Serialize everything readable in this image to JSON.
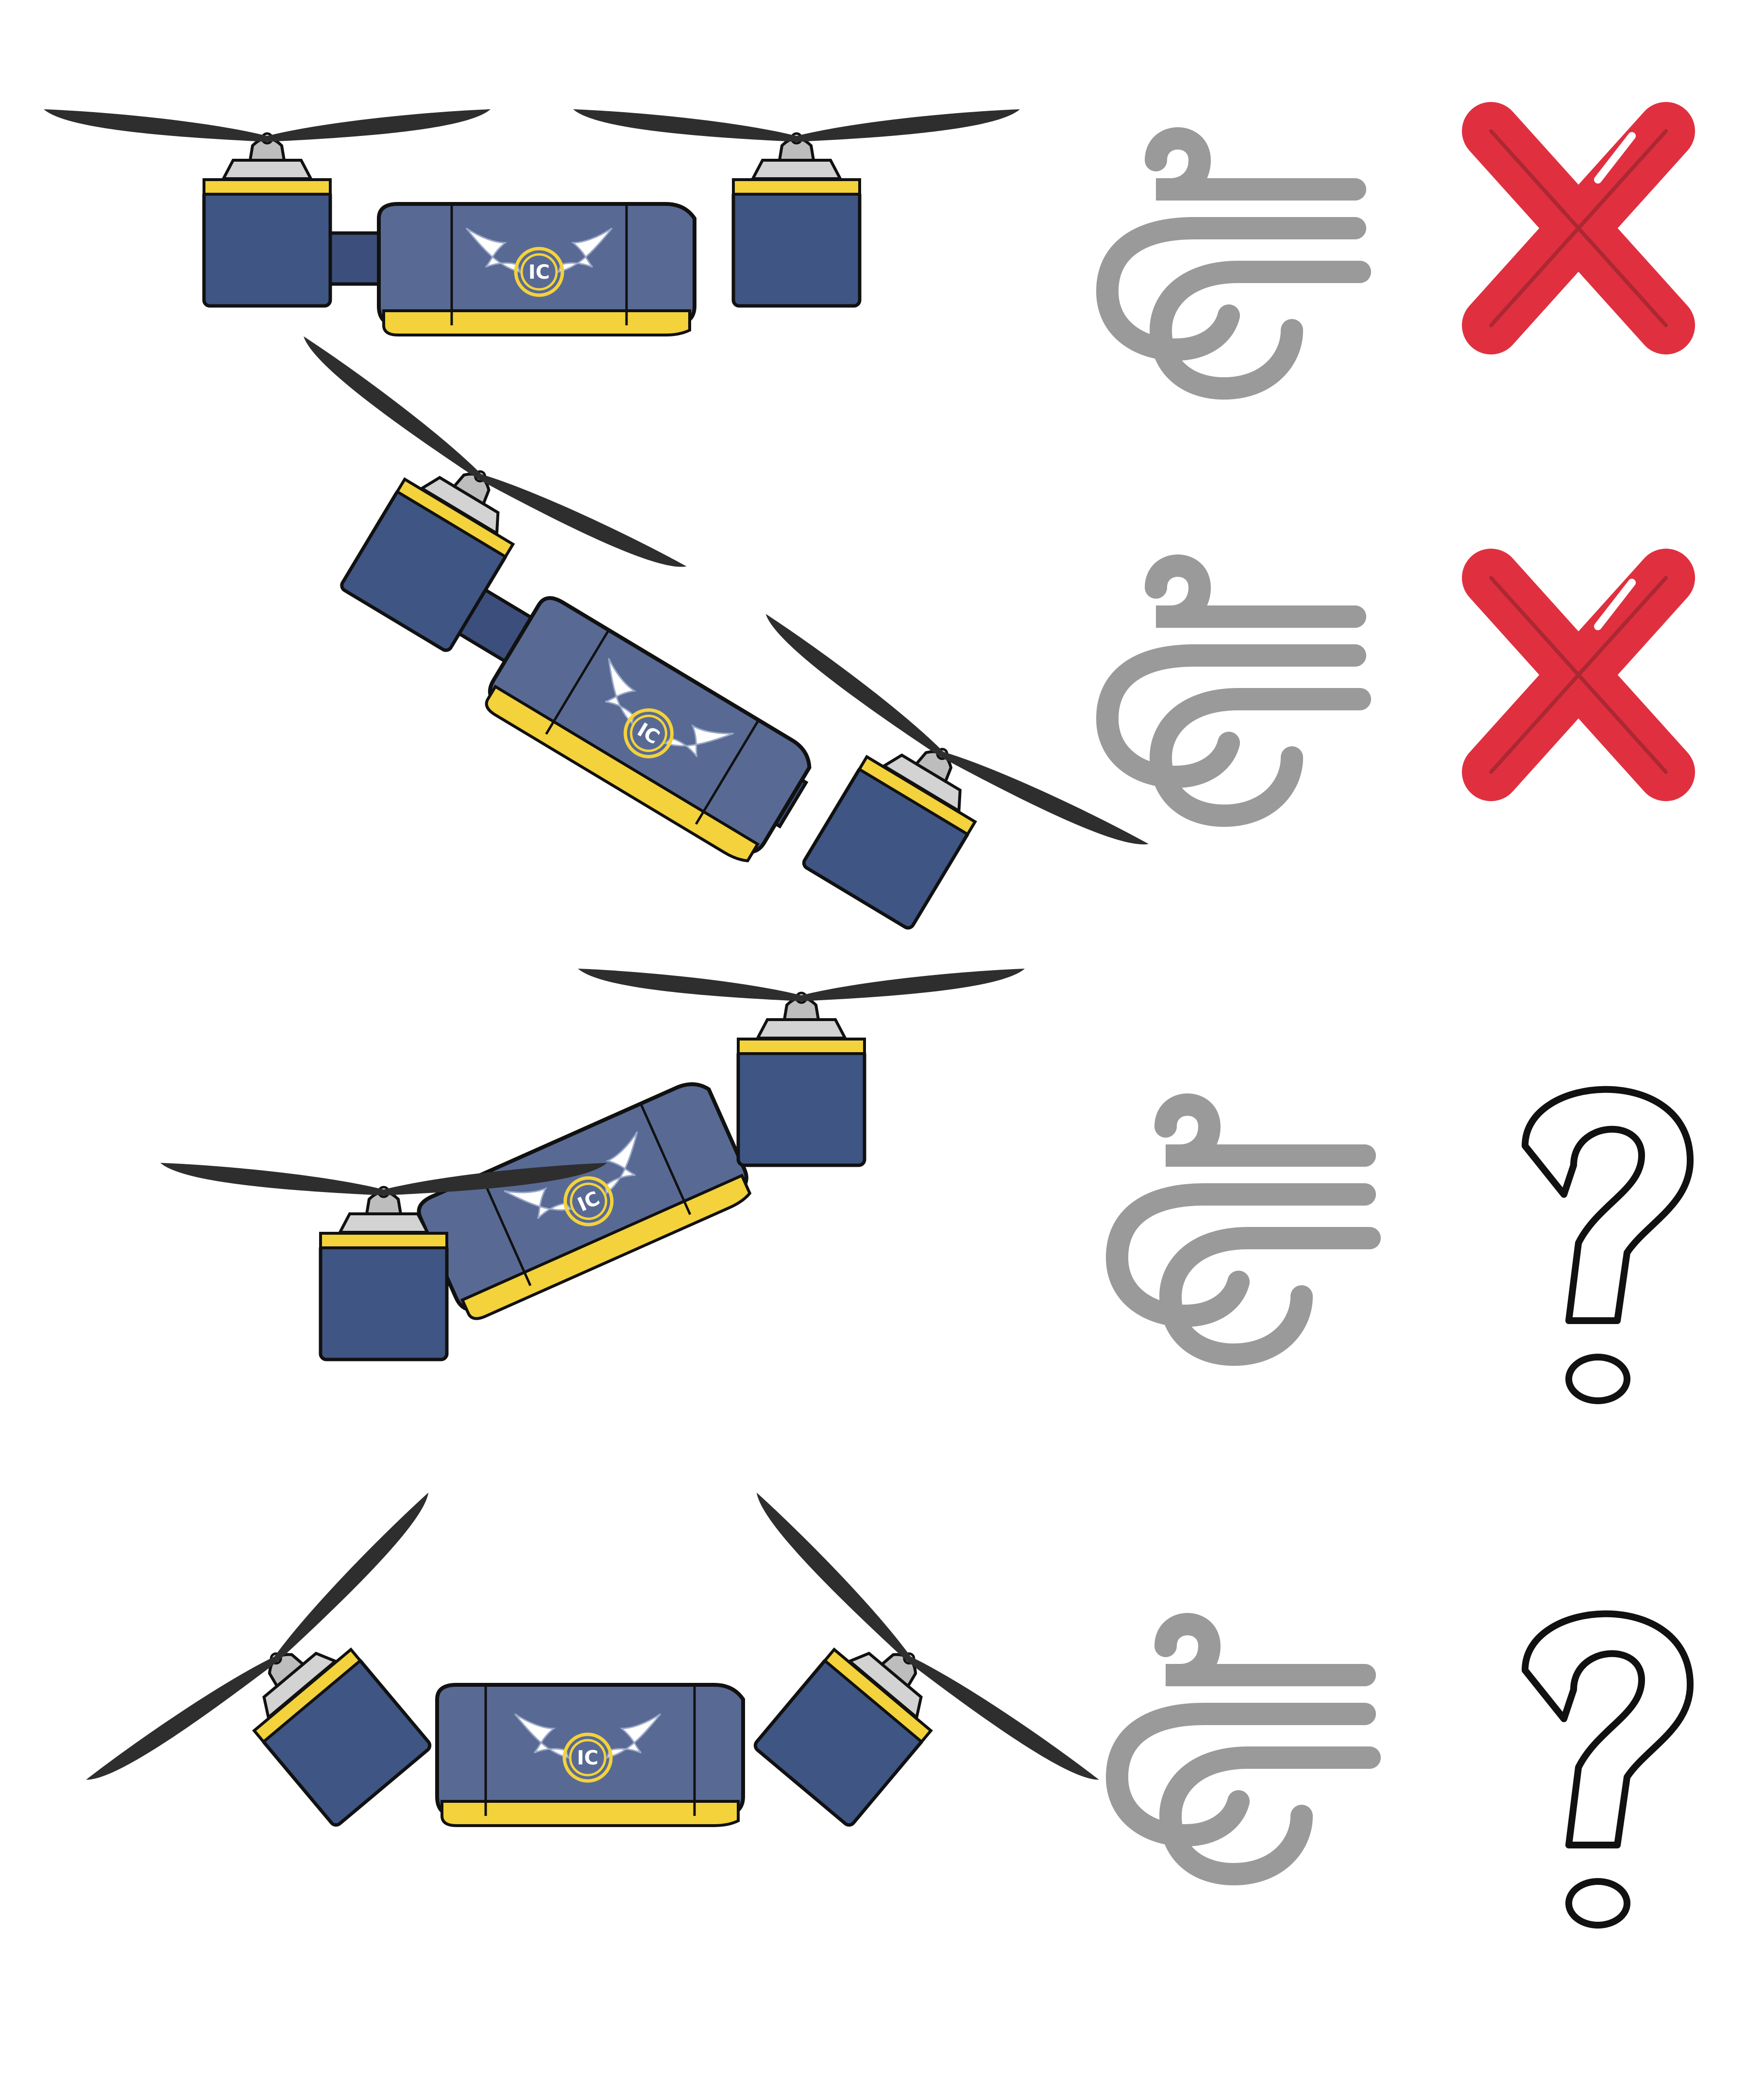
{
  "colors": {
    "drone_body": "#586a94",
    "drone_body_dark": "#3c4e7c",
    "drone_motor_box": "#3f5583",
    "drone_stripe": "#f3d23c",
    "propeller": "#2e2e2e",
    "motor_cap": "#bfbfbf",
    "outline": "#111111",
    "logo_ring": "#f3d23c",
    "logo_wing": "#ffffff",
    "wind": "#9a9a9a",
    "cross_mark": "#e0303f",
    "question_mark": "#111111"
  },
  "logo": {
    "text": "IC"
  },
  "rows": [
    {
      "drone_attitude": "level",
      "wind_icon": "wind-icon",
      "verdict_icon": "cross-icon"
    },
    {
      "drone_attitude": "tilted-nose-down",
      "wind_icon": "wind-icon",
      "verdict_icon": "cross-icon"
    },
    {
      "drone_attitude": "tilted-nose-up",
      "wind_icon": "wind-icon",
      "verdict_icon": "question-mark-icon"
    },
    {
      "drone_attitude": "motors-tilted-inward",
      "wind_icon": "wind-icon",
      "verdict_icon": "question-mark-icon"
    }
  ]
}
